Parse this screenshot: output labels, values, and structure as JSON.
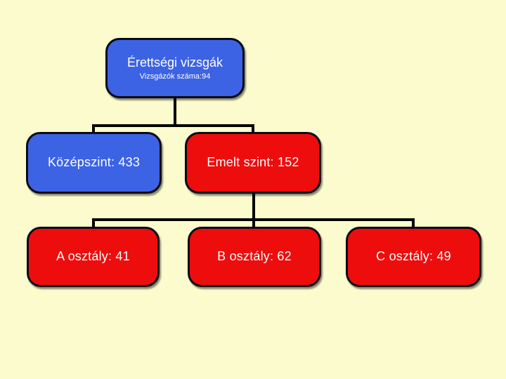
{
  "page": {
    "background_color": "#FCFBCE"
  },
  "colors": {
    "blue": "#3C63E4",
    "red": "#EE0D0D",
    "line": "#000000",
    "text": "#FFFFFF"
  },
  "diagram": {
    "type": "org-chart-tree",
    "root": {
      "title": "Érettségi vizsgák",
      "subtitle": "Vizsgázók száma:94",
      "color": "#3C63E4"
    },
    "level2": [
      {
        "label": "Középszint: 433",
        "color": "#3C63E4"
      },
      {
        "label": "Emelt szint: 152",
        "color": "#EE0D0D"
      }
    ],
    "level3": [
      {
        "label": "A osztály: 41",
        "color": "#EE0D0D"
      },
      {
        "label": "B osztály: 62",
        "color": "#EE0D0D"
      },
      {
        "label": "C osztály: 49",
        "color": "#EE0D0D"
      }
    ]
  }
}
